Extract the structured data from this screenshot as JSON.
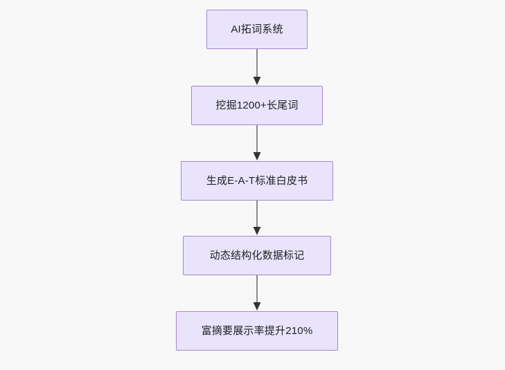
{
  "diagram": {
    "type": "flowchart",
    "direction": "top-to-bottom",
    "background_color": "#f8f8f8",
    "node_fill_color": "#e9e4fb",
    "node_border_color": "#a385d4",
    "node_text_color": "#1f1f23",
    "edge_line_color": "#8a8a8a",
    "edge_arrow_color": "#333333",
    "nodes": [
      {
        "id": "n1",
        "label": "AI拓词系统"
      },
      {
        "id": "n2",
        "label": "挖掘1200+长尾词"
      },
      {
        "id": "n3",
        "label": "生成E-A-T标准白皮书"
      },
      {
        "id": "n4",
        "label": "动态结构化数据标记"
      },
      {
        "id": "n5",
        "label": "富摘要展示率提升210%"
      }
    ],
    "edges": [
      {
        "from": "n1",
        "to": "n2",
        "label": ""
      },
      {
        "from": "n2",
        "to": "n3",
        "label": ""
      },
      {
        "from": "n3",
        "to": "n4",
        "label": ""
      },
      {
        "from": "n4",
        "to": "n5",
        "label": ""
      }
    ]
  }
}
